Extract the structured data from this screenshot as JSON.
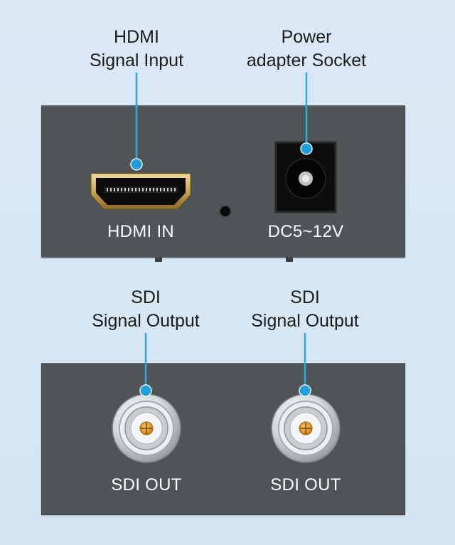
{
  "colors": {
    "background": "#d8e8f4",
    "panel": "#4f5457",
    "callout_line": "#2ba9e0",
    "callout_dot": "#1f9fdc",
    "label_text": "#ffffff"
  },
  "callouts": {
    "hdmi_input": {
      "line1": "HDMI",
      "line2": "Signal Input"
    },
    "power_socket": {
      "line1": "Power",
      "line2": "adapter Socket"
    },
    "sdi_output_left": {
      "line1": "SDI",
      "line2": "Signal Output"
    },
    "sdi_output_right": {
      "line1": "SDI",
      "line2": "Signal Output"
    }
  },
  "top_panel": {
    "hdmi_label": "HDMI IN",
    "power_label": "DC5~12V"
  },
  "bottom_panel": {
    "sdi_left_label": "SDI OUT",
    "sdi_right_label": "SDI OUT"
  },
  "icons": [
    "hdmi-port-icon",
    "dc-power-jack-icon",
    "led-indicator-icon",
    "bnc-connector-icon"
  ]
}
